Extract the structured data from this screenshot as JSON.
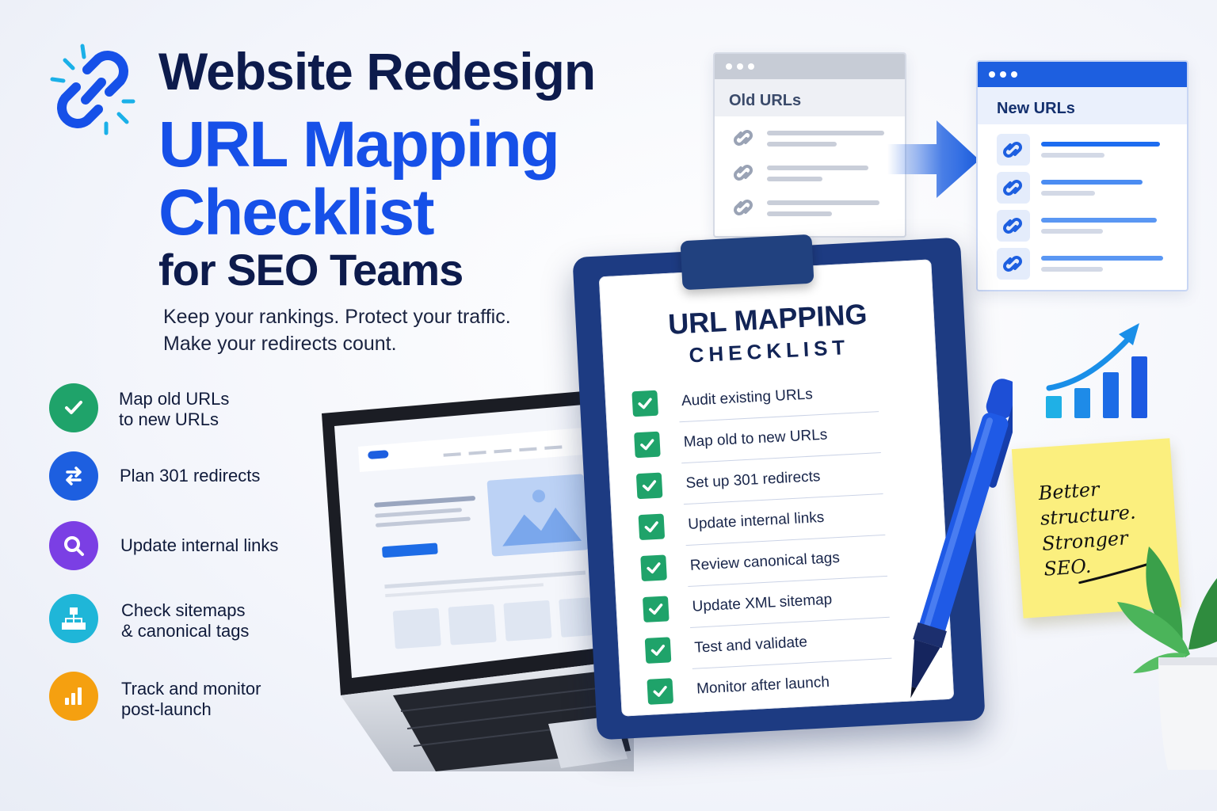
{
  "header": {
    "title_line1": "Website Redesign",
    "title_line2": "URL Mapping",
    "title_line3": "Checklist",
    "title_line4": "for SEO Teams",
    "tagline_line1": "Keep your rankings. Protect your traffic.",
    "tagline_line2": "Make your redirects count."
  },
  "features": [
    {
      "line1": "Map old URLs",
      "line2": "to new URLs",
      "icon": "checkmark-icon",
      "color": "#1fa36a"
    },
    {
      "line1": "Plan 301 redirects",
      "line2": "",
      "icon": "swap-arrows-icon",
      "color": "#1d5fe0"
    },
    {
      "line1": "Update internal links",
      "line2": "",
      "icon": "magnifier-icon",
      "color": "#7b3fe4"
    },
    {
      "line1": "Check sitemaps",
      "line2": "& canonical tags",
      "icon": "sitemap-icon",
      "color": "#1fb6d8"
    },
    {
      "line1": "Track and monitor",
      "line2": "post-launch",
      "icon": "bar-chart-icon",
      "color": "#f5a010"
    }
  ],
  "old_urls_window": {
    "title": "Old URLs"
  },
  "new_urls_window": {
    "title": "New URLs"
  },
  "clipboard": {
    "title": "URL MAPPING",
    "subtitle": "CHECKLIST",
    "items": [
      "Audit existing URLs",
      "Map old to new URLs",
      "Set up 301 redirects",
      "Update internal links",
      "Review canonical tags",
      "Update XML sitemap",
      "Test and validate",
      "Monitor after launch"
    ]
  },
  "sticky_note": {
    "line1": "Better",
    "line2": "structure.",
    "line3": "Stronger",
    "line4": "SEO."
  },
  "colors": {
    "navy": "#0d1b4c",
    "brand_blue": "#1650e8",
    "check_green": "#1fa36a",
    "sticky_yellow": "#fbef7e"
  }
}
